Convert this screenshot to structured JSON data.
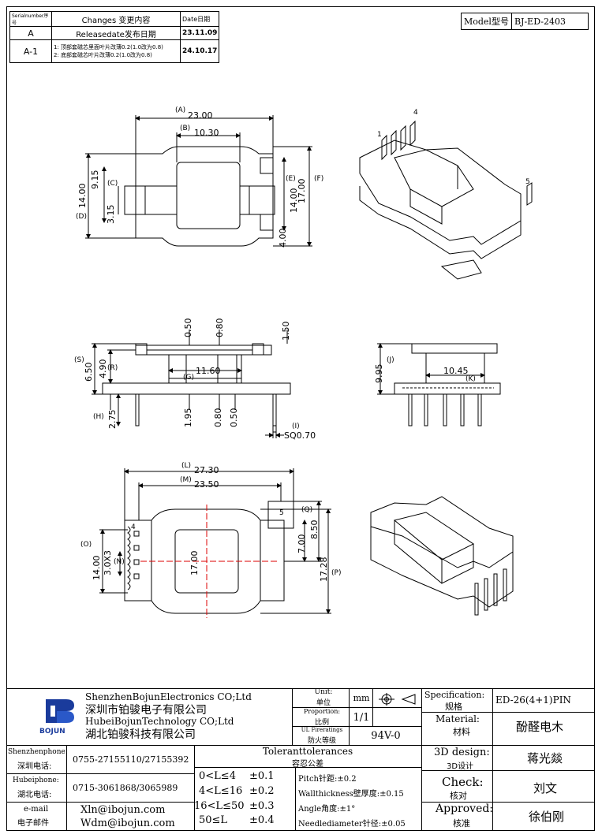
{
  "revision_table": {
    "headers": {
      "serial": "Serialnumber序号",
      "changes": "Changes 变更内容",
      "date": "Date日期"
    },
    "rows": [
      {
        "serial": "A",
        "changes": "Releasedate发布日期",
        "date": "23.11.09"
      },
      {
        "serial": "A-1",
        "change_lines": [
          "1: 顶部套磁芯里面叶片改薄0.2(1.0改为0.8)",
          "2: 底部套磁芯叶片改薄0.2(1.0改为0.8)"
        ],
        "date": "24.10.17"
      }
    ]
  },
  "model": {
    "label": "Model型号",
    "value": "BJ-ED-2403"
  },
  "top_view": {
    "dims": {
      "A": "23.00",
      "B": "10.30",
      "C": "9.15",
      "D": "14.00",
      "D2": "3.15",
      "E": "14.00",
      "F": "17.00",
      "E2": "4.00"
    },
    "letters": {
      "A": "(A)",
      "B": "(B)",
      "C": "(C)",
      "D": "(D)",
      "E": "(E)",
      "F": "(F)"
    }
  },
  "side_view": {
    "dims": {
      "t1": "0.50",
      "t2": "0.80",
      "t3": "1.50",
      "S": "6.50",
      "R": "4.90",
      "G": "11.60",
      "H": "2.75",
      "b1": "1.95",
      "b2": "0.80",
      "b3": "0.50",
      "I": "SQ0.70"
    },
    "letters": {
      "S": "(S)",
      "R": "(R)",
      "G": "(G)",
      "H": "(H)",
      "I": "(I)"
    }
  },
  "end_view": {
    "dims": {
      "J": "9.95",
      "K": "10.45"
    },
    "letters": {
      "J": "(J)",
      "K": "(K)"
    }
  },
  "bottom_view": {
    "dims": {
      "L": "27.30",
      "M": "23.50",
      "O": "14.00",
      "N": "3.0X3",
      "center": "17.00",
      "Q": "7.00",
      "Q2": "8.50",
      "P": "17.28"
    },
    "letters": {
      "L": "(L)",
      "M": "(M)",
      "N": "(N)",
      "O": "(O)",
      "Q": "(Q)",
      "P": "(P)"
    },
    "pins": {
      "p4": "4",
      "p5": "5"
    }
  },
  "iso_pins": {
    "p1": "1",
    "p4": "4",
    "p5": "5"
  },
  "title_block": {
    "company_en_1": "ShenzhenBojunElectronics CO;Ltd",
    "company_cn_1": "深圳市铂骏电子有限公司",
    "company_en_2": "HubeiBojunTechnology CO;Ltd",
    "company_cn_2": "湖北铂骏科技有限公司",
    "logo_text": "BOJUN",
    "unit_label": "Unit:",
    "unit_label_cn": "单位",
    "unit_value": "mm",
    "proportion_label": "Proportion:",
    "proportion_label_cn": "比例",
    "proportion_value": "1/1",
    "fire_label": "UL Fireratings",
    "fire_label_cn": "防火等级",
    "fire_value": "94V-0",
    "spec_label": "Specification:",
    "spec_label_cn": "规格",
    "spec_value": "ED-26(4+1)PIN",
    "material_label": "Material:",
    "material_label_cn": "材料",
    "material_value": "酚醛电木",
    "design_label": "3D design:",
    "design_label_cn": "3D设计",
    "design_value": "蒋光燚",
    "check_label": "Check:",
    "check_label_cn": "核对",
    "check_value": "刘文",
    "approved_label": "Approved:",
    "approved_label_cn": "核准",
    "approved_value": "徐伯刚",
    "sz_phone_label": "Shenzhenphone:",
    "sz_phone_label_cn": "深圳电话:",
    "sz_phone": "0755-27155110/27155392",
    "hb_phone_label": "Hubeiphone:",
    "hb_phone_label_cn": "湖北电话:",
    "hb_phone": "0715-3061868/3065989",
    "email_label": "e-mail",
    "email_label_cn": "电子邮件",
    "email_1": "Xln@ibojun.com",
    "email_2": "Wdm@ibojun.com",
    "tol_title": "Toleranttolerances",
    "tol_title_cn": "容忍公差",
    "tolerances": [
      {
        "range": "0<L≤4",
        "value": "±0.1"
      },
      {
        "range": "4<L≤16",
        "value": "±0.2"
      },
      {
        "range": "16<L≤50",
        "value": "±0.3"
      },
      {
        "range": "50≤L",
        "value": "±0.4"
      }
    ],
    "notes": [
      "Pitch针距:±0.2",
      "Wallthickness壁厚度:±0.15",
      "Angle角度:±1°",
      "Needlediameter针径:±0.05"
    ]
  }
}
